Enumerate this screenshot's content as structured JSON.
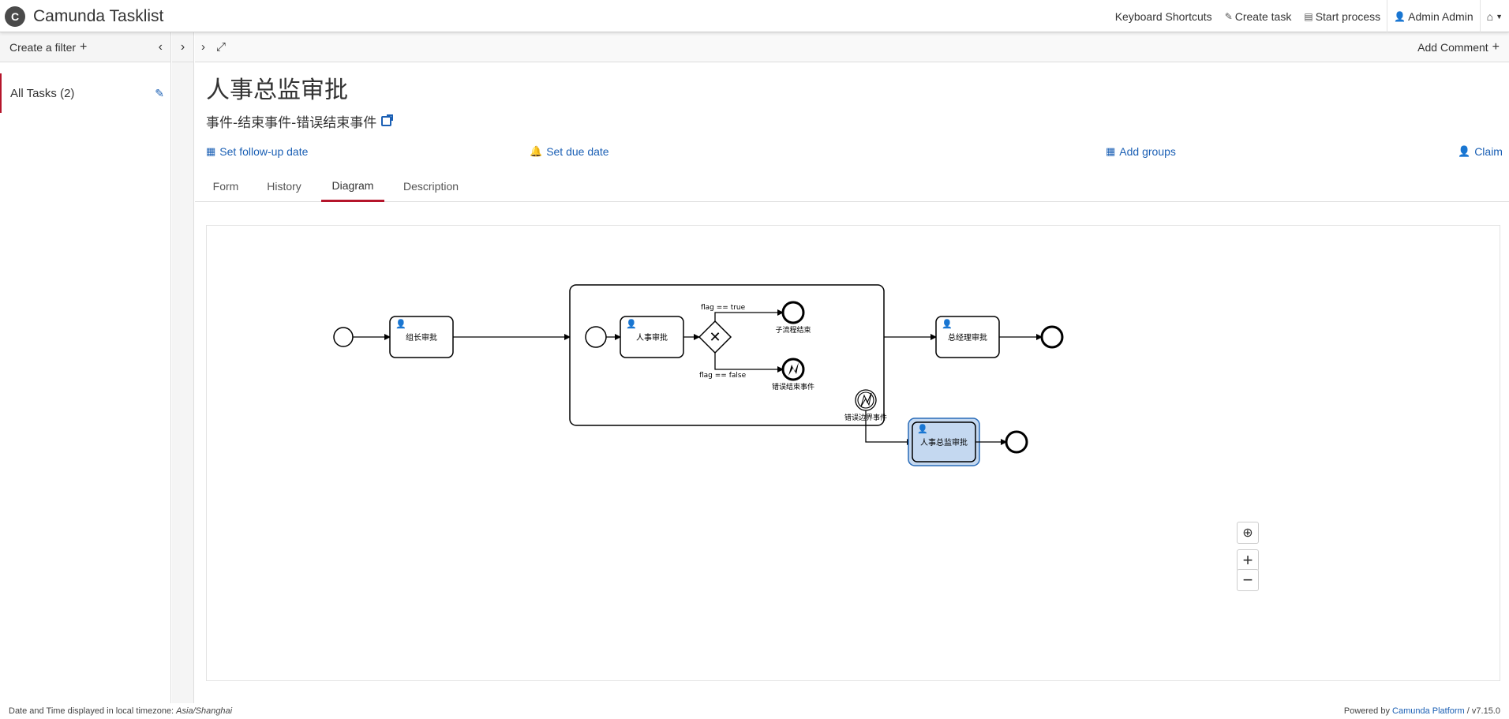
{
  "app": {
    "logo_letter": "C",
    "title": "Camunda Tasklist"
  },
  "topnav": {
    "keyboard_shortcuts": "Keyboard Shortcuts",
    "create_task": "Create task",
    "start_process": "Start process",
    "user": "Admin Admin"
  },
  "sidebar": {
    "create_filter": "Create a filter",
    "filters": [
      {
        "label": "All Tasks (2)"
      }
    ]
  },
  "task": {
    "toolbar": {
      "add_comment": "Add Comment"
    },
    "title": "人事总监审批",
    "process_name": "事件-结束事件-错误结束事件",
    "actions": {
      "follow_up": "Set follow-up date",
      "due_date": "Set due date",
      "add_groups": "Add groups",
      "claim": "Claim"
    },
    "tabs": [
      {
        "label": "Form"
      },
      {
        "label": "History"
      },
      {
        "label": "Diagram"
      },
      {
        "label": "Description"
      }
    ],
    "active_tab": "Diagram"
  },
  "diagram": {
    "tasks": {
      "group_leader": "组长审批",
      "hr": "人事审批",
      "gm": "总经理审批",
      "hr_director": "人事总监审批"
    },
    "flows": {
      "flag_true": "flag == true",
      "flag_false": "flag == false"
    },
    "events": {
      "sub_end": "子流程结束",
      "error_end": "错误结束事件",
      "boundary": "错误边界事件"
    },
    "zoom": {
      "fit": "fit",
      "in": "+",
      "out": "−"
    },
    "colors": {
      "highlight_fill": "#c4d8f0",
      "highlight_stroke": "#2a6cb8"
    }
  },
  "footer": {
    "timezone_prefix": "Date and Time displayed in local timezone: ",
    "timezone": "Asia/Shanghai",
    "powered_prefix": "Powered by ",
    "platform": "Camunda Platform",
    "version": " / v7.15.0"
  }
}
